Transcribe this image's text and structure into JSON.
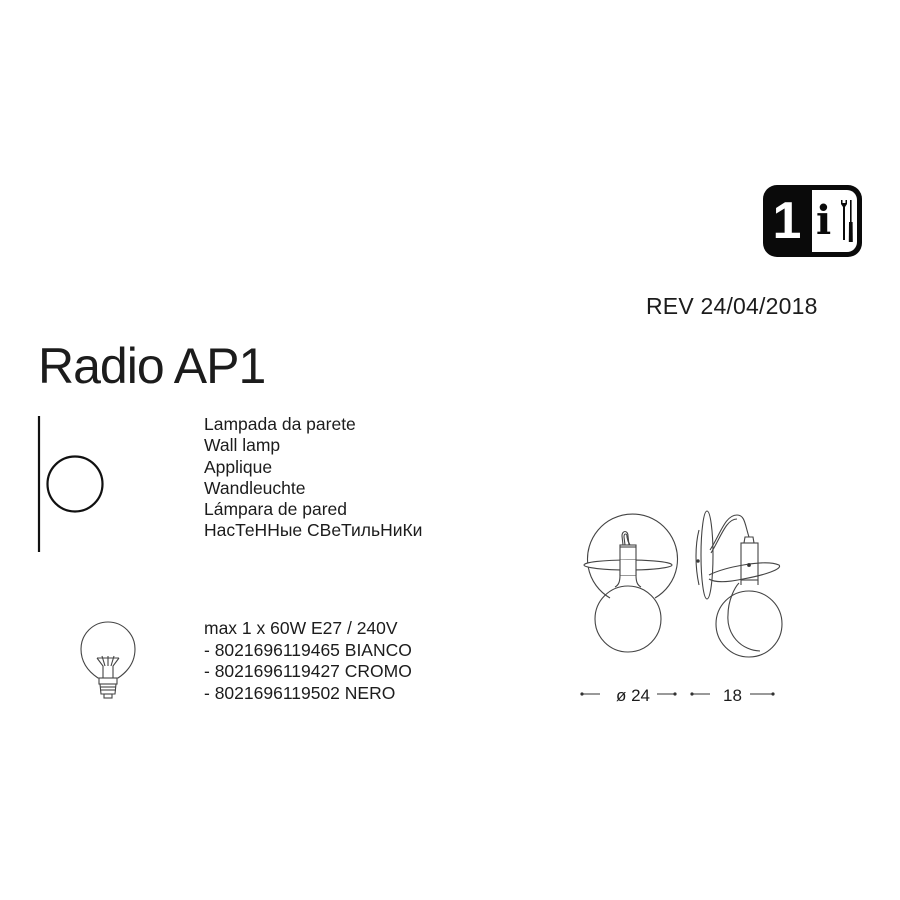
{
  "badge": {
    "number": "1",
    "info_glyph": "i",
    "tools_icon": "screwdriver-wrench-icon"
  },
  "revision": "REV 24/04/2018",
  "product_title": "Radio AP1",
  "mount_icon": "wall-mount-round-icon",
  "names": [
    "Lampada da parete",
    "Wall lamp",
    "Applique",
    "Wandleuchte",
    "Lámpara de pared",
    "НасТеННые СВеТильНиКи"
  ],
  "bulb_icon": "globe-bulb-icon",
  "specs": {
    "power": "max 1 x 60W E27 / 240V",
    "variants": [
      "- 8021696119465 BIANCO",
      "- 8021696119427 CROMO",
      "- 8021696119502 NERO"
    ]
  },
  "drawings": {
    "front_view": "lamp-front-view",
    "side_view": "lamp-side-view"
  },
  "dimensions": {
    "diameter": "ø 24",
    "depth": "18"
  }
}
